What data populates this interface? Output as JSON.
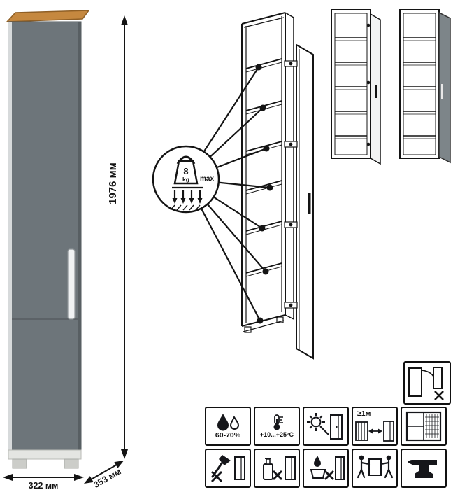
{
  "colors": {
    "cabinet_front": "#6d757a",
    "cabinet_edge_dark": "#585f63",
    "cabinet_edge_light": "#d7dadb",
    "wood_top": "#c5883f",
    "outline": "#141414",
    "variant_door_gray": "#7d8589"
  },
  "dimensions": {
    "height": "1976 мм",
    "width": "322 мм",
    "depth": "353 мм"
  },
  "shelf_load": {
    "value": "8",
    "unit": "kg",
    "qualifier": "max"
  },
  "care_labels": {
    "humidity": "60-70%",
    "temperature": "+10...+25°C",
    "min_distance": "≥1м"
  },
  "icons": {
    "humidity-icon": "water-drops",
    "temperature-icon": "thermometer",
    "sunlight-icon": "sun-next-to-cabinet",
    "heat-distance-icon": "radiator-distance-arrows",
    "ventilation-icon": "window-with-grid",
    "no-sharp-tools-icon": "axe-crossed-out",
    "no-solvents-icon": "bottle-crossed-out",
    "no-wet-cleaning-icon": "wet-cleaning-crossed-out",
    "carry-icon": "figures-carrying-cabinet",
    "heavy-duty-icon": "anvil",
    "door-adjustment-icon": "door-swing-with-cross-mark",
    "weight-limit-icon": "kettlebell-with-down-arrows"
  }
}
